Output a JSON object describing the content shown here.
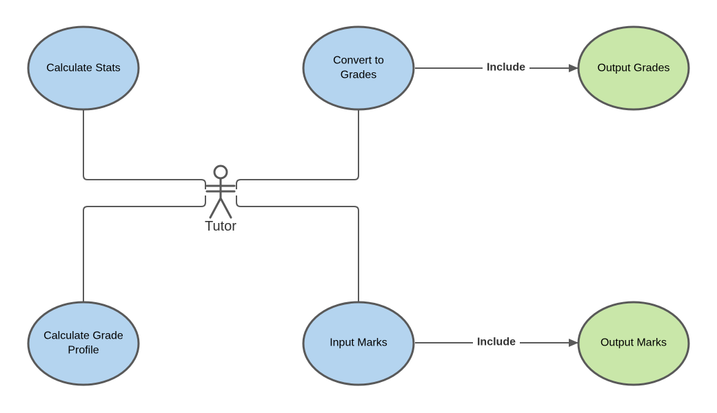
{
  "colors": {
    "use_case_fill": "#b4d4ef",
    "output_fill": "#c9e7a9",
    "stroke": "#595959"
  },
  "actor": {
    "label": "Tutor",
    "icon": "stick-figure-icon"
  },
  "use_cases": {
    "calculate_stats": {
      "line1": "Calculate Stats",
      "line2": ""
    },
    "convert_to_grades": {
      "line1": "Convert to",
      "line2": "Grades"
    },
    "calculate_grade_profile": {
      "line1": "Calculate Grade",
      "line2": "Profile"
    },
    "input_marks": {
      "line1": "Input Marks",
      "line2": ""
    }
  },
  "outputs": {
    "output_grades": {
      "label": "Output Grades"
    },
    "output_marks": {
      "label": "Output Marks"
    }
  },
  "relations": {
    "include_grades": {
      "label": "Include"
    },
    "include_marks": {
      "label": "Include"
    }
  }
}
